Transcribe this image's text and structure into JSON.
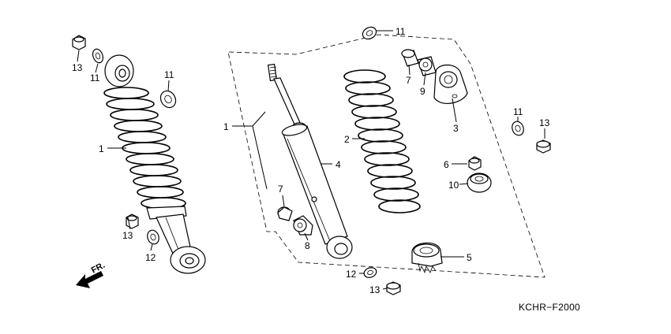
{
  "diagram": {
    "code": "KCHR−F2000",
    "direction_label": "FR.",
    "callouts": {
      "c13a": "13",
      "c11a": "11",
      "c11b": "11",
      "c1a": "1",
      "c13b": "13",
      "c12a": "12",
      "c1b": "1",
      "c4": "4",
      "c7a": "7",
      "c8": "8",
      "c2": "2",
      "c11c": "11",
      "c7b": "7",
      "c9": "9",
      "c3": "3",
      "c11d": "11",
      "c13c": "13",
      "c6": "6",
      "c10": "10",
      "c5": "5",
      "c12b": "12",
      "c13d": "13"
    }
  }
}
